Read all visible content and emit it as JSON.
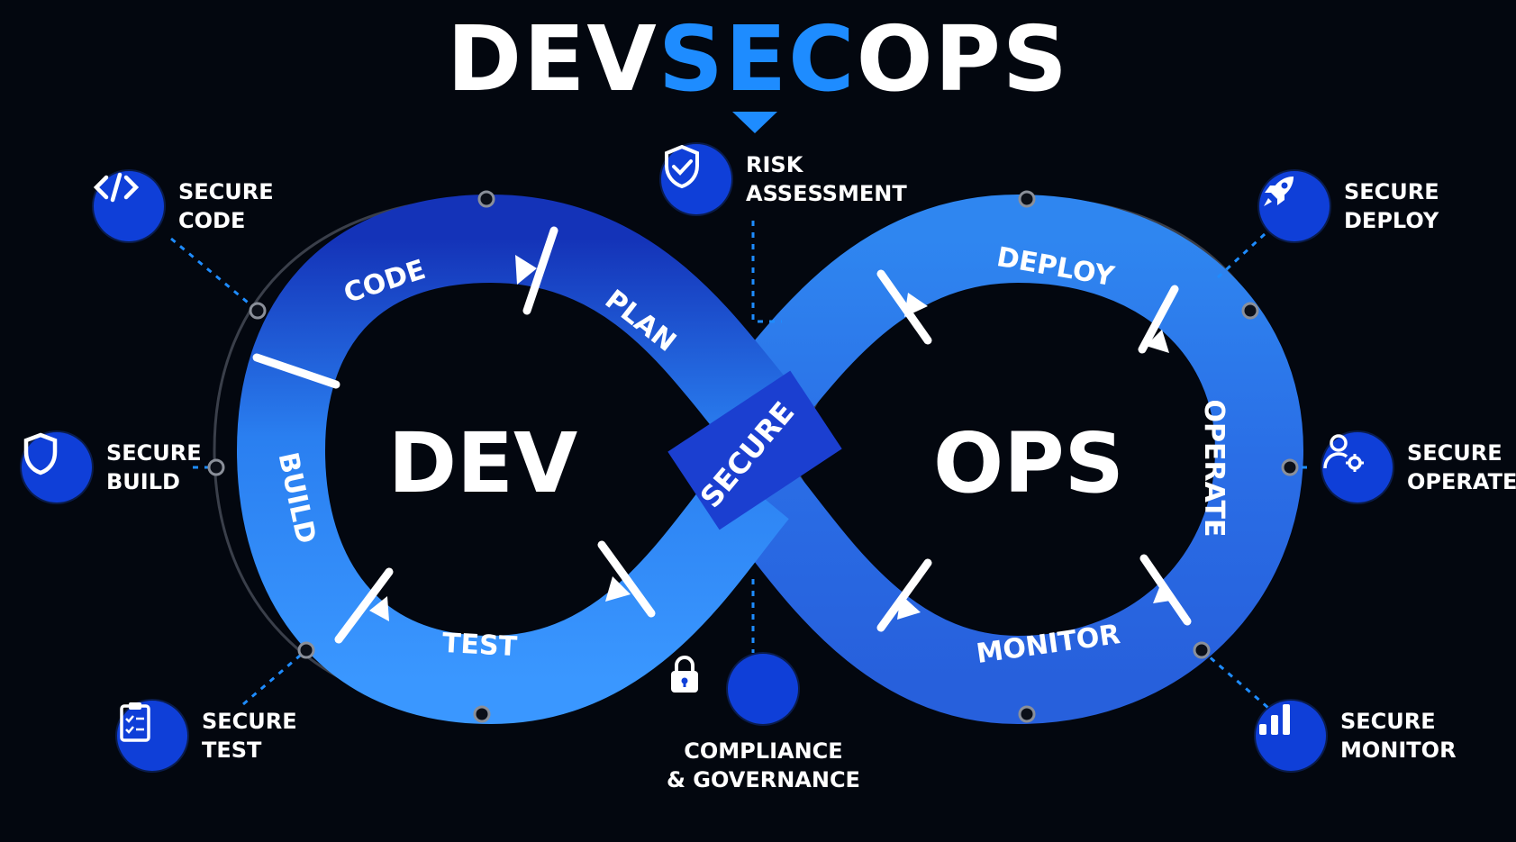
{
  "title": {
    "part1": "DEV",
    "part2": "SEC",
    "part3": "OPS"
  },
  "loop": {
    "left_label": "DEV",
    "right_label": "OPS",
    "center_label": "SECURE",
    "stages": [
      "CODE",
      "PLAN",
      "BUILD",
      "TEST",
      "DEPLOY",
      "OPERATE",
      "MONITOR"
    ]
  },
  "callouts": {
    "risk": {
      "label": "RISK\nASSESSMENT",
      "icon": "shield-check-icon"
    },
    "compliance": {
      "label": "COMPLIANCE\n& GOVERNANCE",
      "icon": "padlock-icon"
    },
    "code": {
      "label": "SECURE\nCODE",
      "icon": "code-brackets-icon"
    },
    "build": {
      "label": "SECURE\nBUILD",
      "icon": "shield-icon"
    },
    "test": {
      "label": "SECURE\nTEST",
      "icon": "clipboard-checklist-icon"
    },
    "deploy": {
      "label": "SECURE\nDEPLOY",
      "icon": "rocket-icon"
    },
    "operate": {
      "label": "SECURE\nOPERATE",
      "icon": "user-gear-icon"
    },
    "monitor": {
      "label": "SECURE\nMONITOR",
      "icon": "bar-chart-icon"
    }
  },
  "colors": {
    "background": "#03070f",
    "accent": "#1e8cff",
    "band_dark": "#1a3ccc",
    "band_light": "#2f8ef5",
    "icon_fill": "#0f3fd8"
  }
}
